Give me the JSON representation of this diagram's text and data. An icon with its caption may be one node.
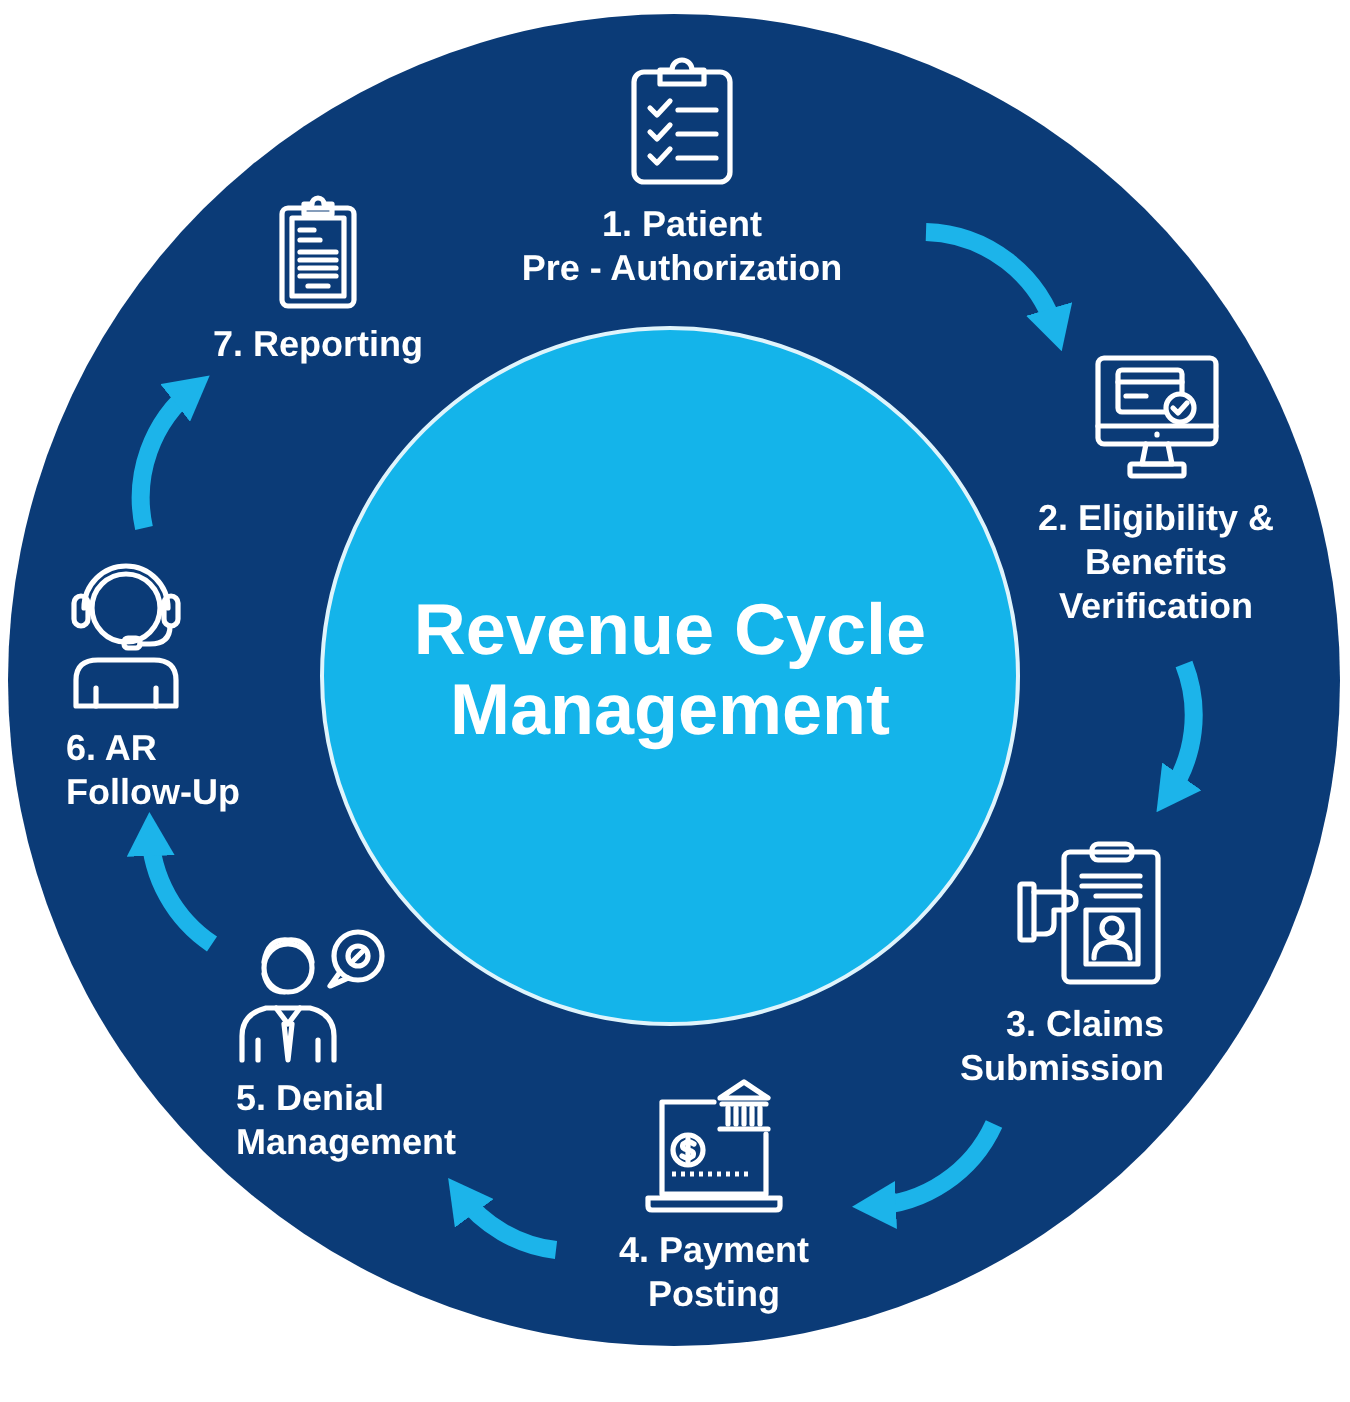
{
  "diagram": {
    "nodes": [
      {
        "text": [],
        "shape": "circle"
      },
      {
        "text": [
          "Revenue Cycle Management"
        ],
        "in": 0
      },
      {
        "text": [
          "1. Patient Pre - Authorization"
        ],
        "in": 0
      },
      {
        "text": [
          "2. Eligibility & Benefits Verification"
        ],
        "in": 0
      },
      {
        "text": [
          "3. Claims Submission"
        ],
        "in": 0
      },
      {
        "text": [
          "4. Payment Posting"
        ],
        "in": 0
      },
      {
        "text": [
          "5. Denial Management"
        ],
        "in": 0
      },
      {
        "text": [
          "6. AR Follow-Up"
        ],
        "in": 0
      },
      {
        "text": [
          "7. Reporting"
        ],
        "in": 0
      }
    ],
    "edges": [
      {
        "from": 2,
        "to": 3,
        "arrow": "to"
      },
      {
        "from": 3,
        "to": 4,
        "arrow": "to"
      },
      {
        "from": 4,
        "to": 5,
        "arrow": "to"
      },
      {
        "from": 5,
        "to": 6,
        "arrow": "to"
      },
      {
        "from": 6,
        "to": 7,
        "arrow": "to"
      },
      {
        "from": 7,
        "to": 8,
        "arrow": "to"
      }
    ]
  }
}
